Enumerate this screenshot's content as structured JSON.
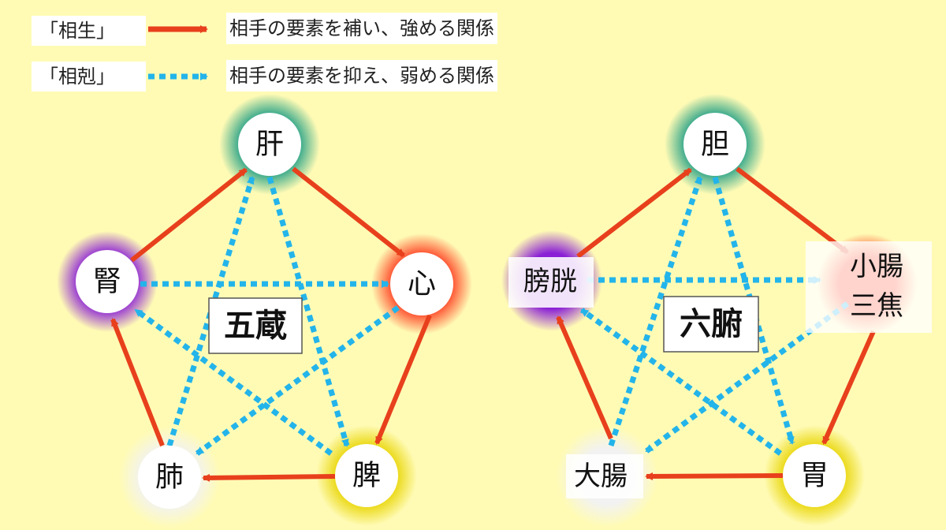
{
  "legend": {
    "generating": {
      "term": "「相生」",
      "description": "相手の要素を補い、強める関係",
      "color": "#e8401c"
    },
    "controlling": {
      "term": "「相剋」",
      "description": "相手の要素を抑え、弱める関係",
      "color": "#23b4ea"
    }
  },
  "zang": {
    "title": "五蔵",
    "wood": "肝",
    "fire": "心",
    "earth": "脾",
    "metal": "肺",
    "water": "腎"
  },
  "fu": {
    "title": "六腑",
    "wood": "胆",
    "fire_line1": "小腸",
    "fire_line2": "三焦",
    "earth": "胃",
    "metal": "大腸",
    "water": "膀胱"
  },
  "glow_colors": {
    "wood": "#1e9e86",
    "fire": "#ff3b1f",
    "earth": "#e8d400",
    "metal": "#f2f2f2",
    "water": "#8a1fd6"
  }
}
